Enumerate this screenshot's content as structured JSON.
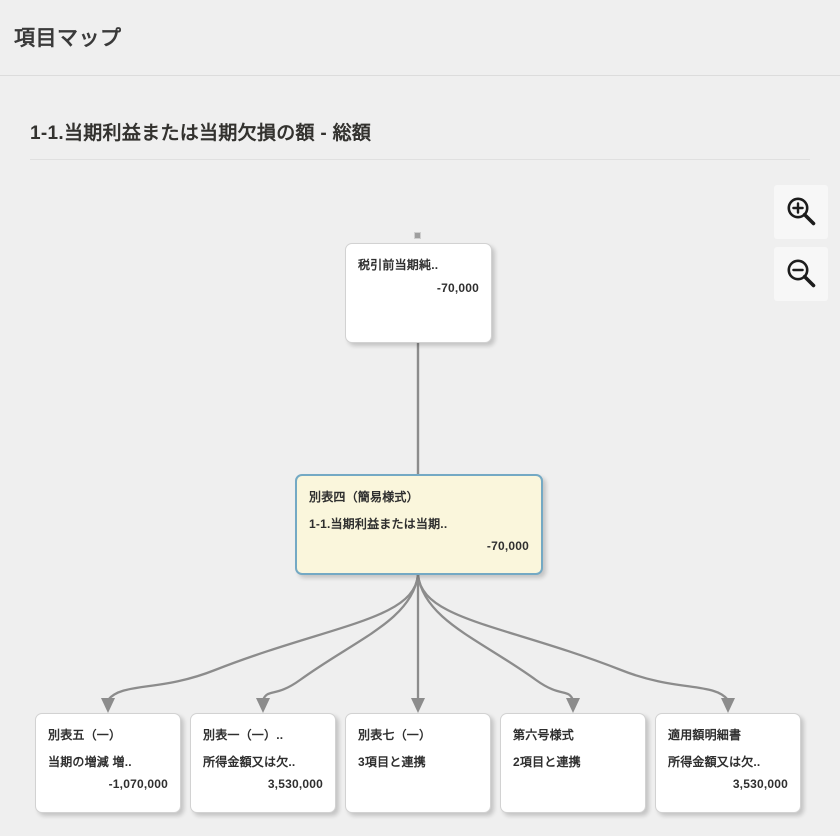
{
  "header": {
    "title": "項目マップ"
  },
  "section": {
    "title": "1-1.当期利益または当期欠損の額 - 総額"
  },
  "controls": {
    "zoom_in_label": "zoom-in",
    "zoom_out_label": "zoom-out"
  },
  "map": {
    "root_node": {
      "title": "税引前当期純..",
      "sub": "",
      "value": "-70,000"
    },
    "selected_node": {
      "title": "別表四（簡易様式）",
      "sub": "1-1.当期利益または当期..",
      "value": "-70,000"
    },
    "child_nodes": [
      {
        "title": "別表五（一）",
        "sub": "当期の増減 増..",
        "value": "-1,070,000"
      },
      {
        "title": "別表一（一）..",
        "sub": "所得金額又は欠..",
        "value": "3,530,000"
      },
      {
        "title": "別表七（一）",
        "sub": "3項目と連携",
        "value": ""
      },
      {
        "title": "第六号様式",
        "sub": "2項目と連携",
        "value": ""
      },
      {
        "title": "適用額明細書",
        "sub": "所得金額又は欠..",
        "value": "3,530,000"
      }
    ]
  },
  "colors": {
    "page_background": "#efefef",
    "node_fill": "#ffffff",
    "selected_node_fill": "#faf6dc",
    "selected_node_border": "#74a9c4",
    "edge_stroke": "#8c8c8c",
    "text": "#2f2f2f"
  }
}
